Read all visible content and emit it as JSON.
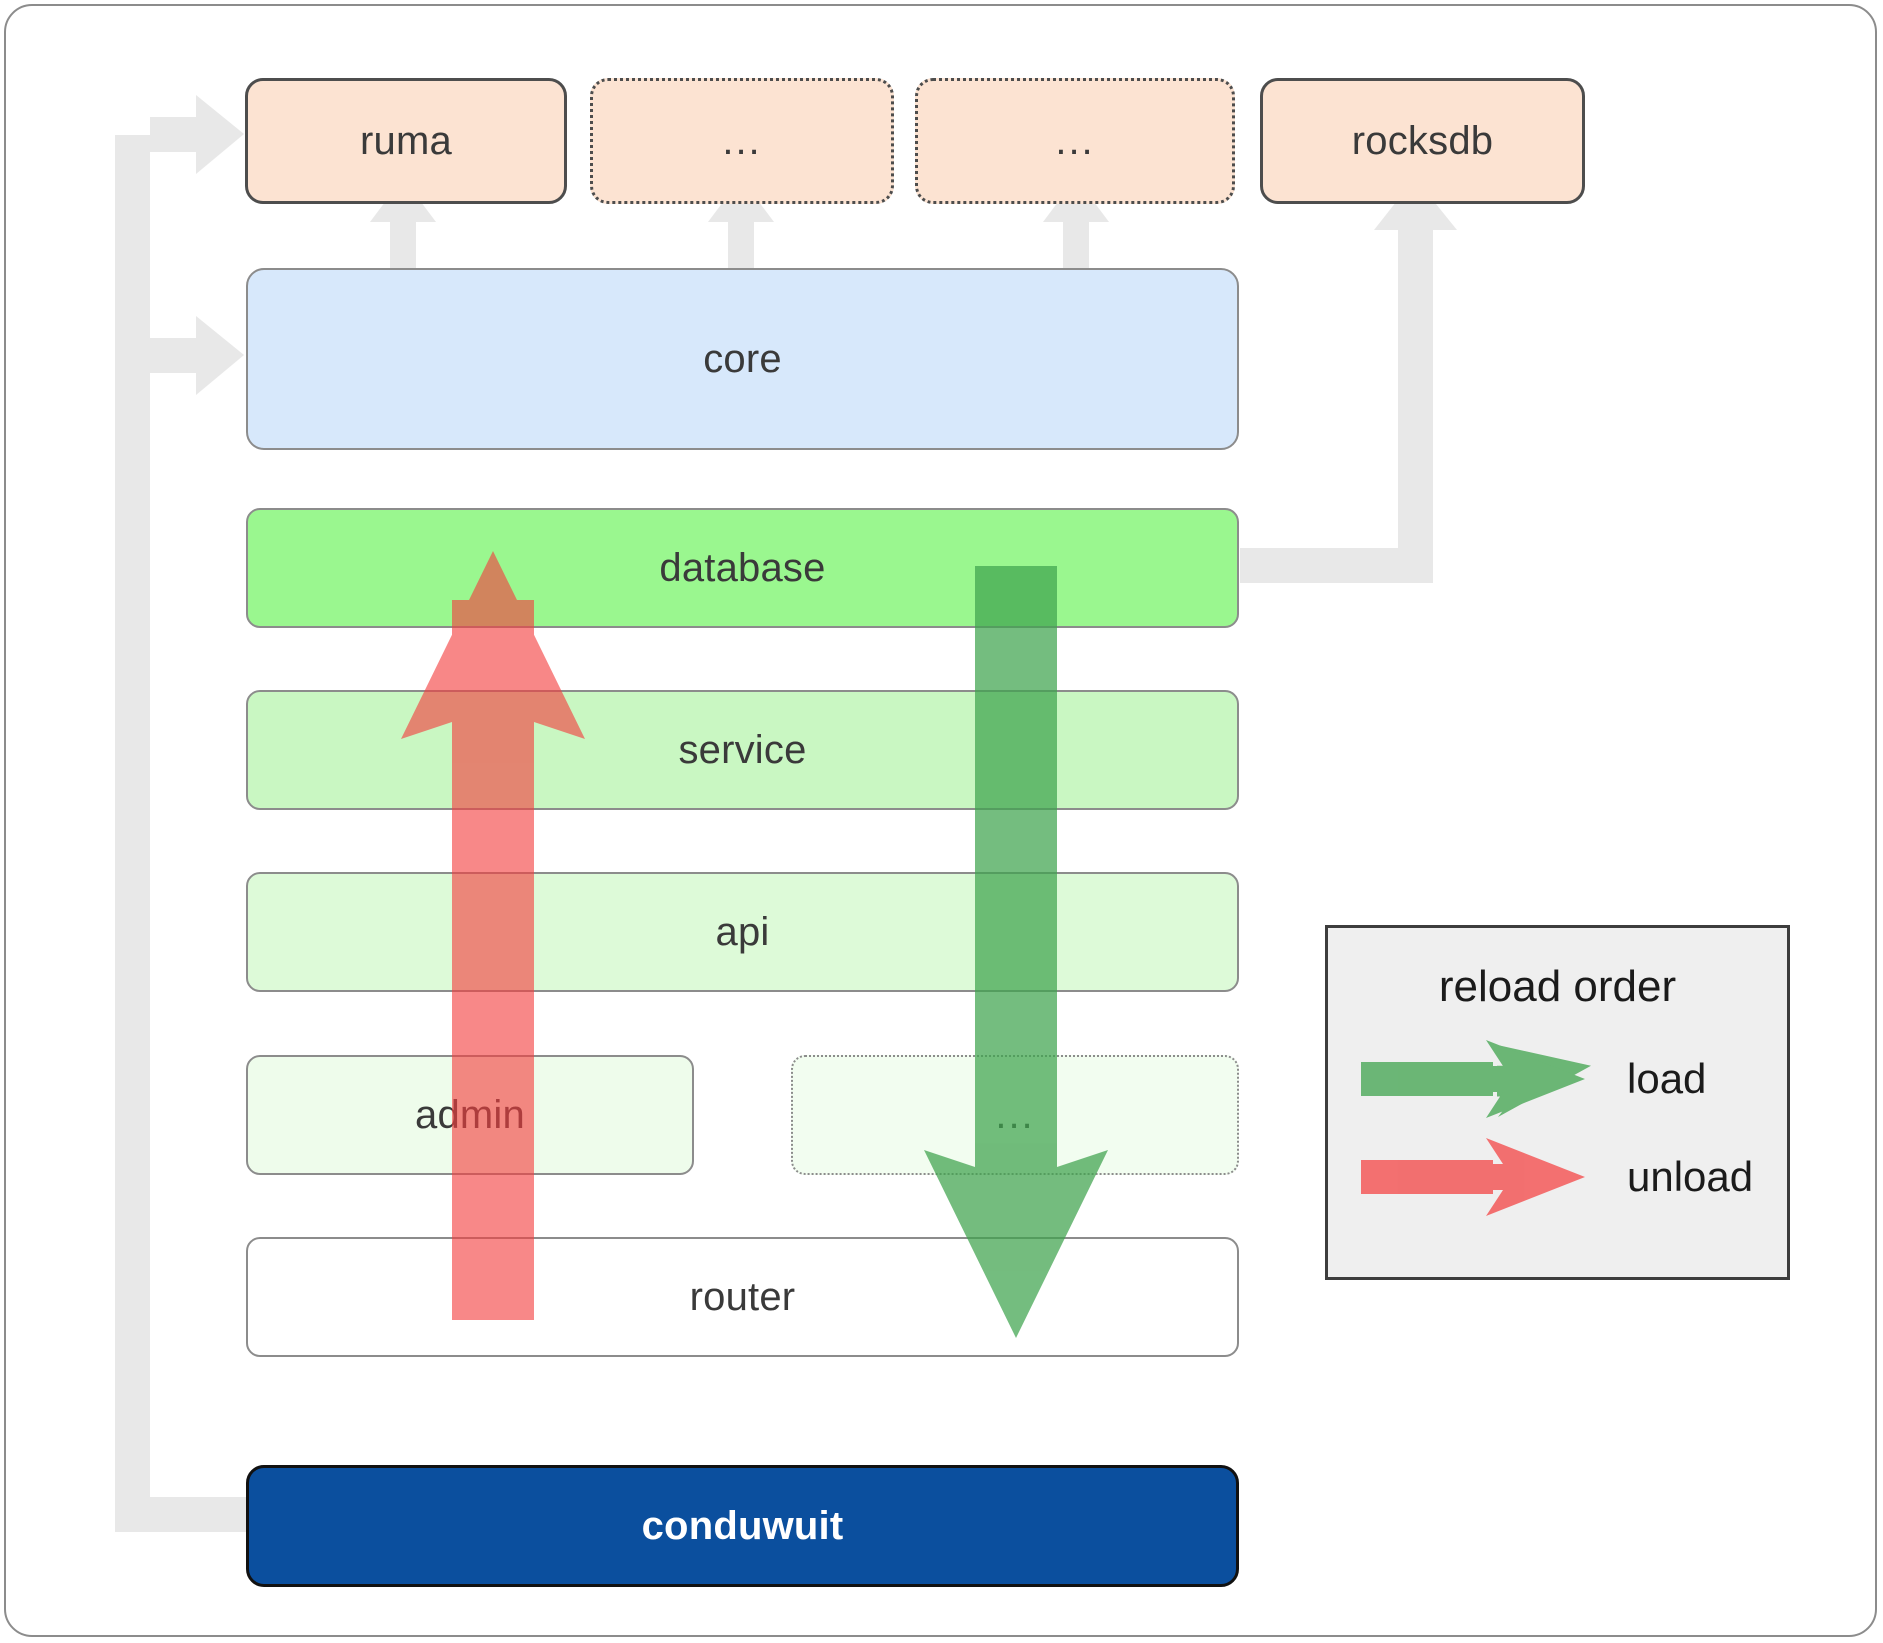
{
  "diagram": {
    "title": "conduwuit crate architecture / reload order",
    "dependencies": [
      {
        "id": "ruma",
        "label": "ruma",
        "style": "solid"
      },
      {
        "id": "dep2",
        "label": "...",
        "style": "dotted"
      },
      {
        "id": "dep3",
        "label": "...",
        "style": "dotted"
      },
      {
        "id": "rocksdb",
        "label": "rocksdb",
        "style": "solid"
      }
    ],
    "crates": [
      {
        "id": "core",
        "label": "core"
      },
      {
        "id": "database",
        "label": "database"
      },
      {
        "id": "service",
        "label": "service"
      },
      {
        "id": "api",
        "label": "api"
      },
      {
        "id": "admin",
        "label": "admin"
      },
      {
        "id": "etc",
        "label": "..."
      },
      {
        "id": "router",
        "label": "router"
      }
    ],
    "root": {
      "id": "conduwuit",
      "label": "conduwuit"
    }
  },
  "legend": {
    "title": "reload order",
    "items": [
      {
        "id": "load",
        "label": "load",
        "color": "#4da85a"
      },
      {
        "id": "unload",
        "label": "unload",
        "color": "#f98080"
      }
    ]
  },
  "colors": {
    "dependency_fill": "#fce3d2",
    "core_fill": "#d7e8fb",
    "database_fill": "#9af78f",
    "service_fill": "#c9f7c2",
    "api_fill": "#ddfad8",
    "admin_fill": "#eefceb",
    "etc_fill": "#f2fdf0",
    "router_fill": "#ffffff",
    "root_fill": "#0b4f9e",
    "connector": "#e8e8e8",
    "load_arrow": "#4da85a",
    "unload_arrow": "#f98080",
    "legend_bg": "#efefef"
  }
}
